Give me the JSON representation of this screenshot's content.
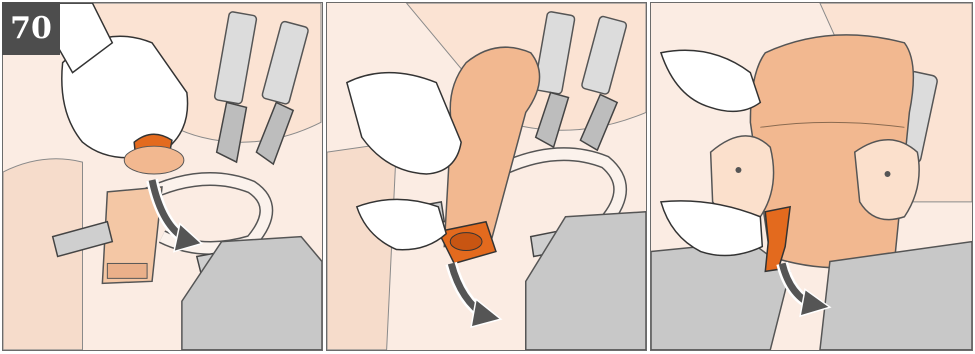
{
  "manual_page": {
    "step_number": "70",
    "colors": {
      "frame_border": "#6b6b6b",
      "badge_background": "#4d4d4d",
      "badge_text": "#ffffff",
      "accent_orange": "#e36a1e",
      "skin_peach": "#fbe0cc",
      "pad_peach": "#f2b890",
      "arrow_dark_gray": "#555555",
      "plastic_gray": "#c8c8c8"
    },
    "panels": [
      {
        "icon": "hand-unhooking-buckle-tab-illustration",
        "arrow": "curved-down-right-arrow-icon"
      },
      {
        "icon": "hand-pulling-crotch-pad-illustration",
        "arrow": "curved-down-right-arrow-icon"
      },
      {
        "icon": "hand-removing-seat-pad-illustration",
        "arrow": "curved-down-right-arrow-icon"
      }
    ]
  }
}
